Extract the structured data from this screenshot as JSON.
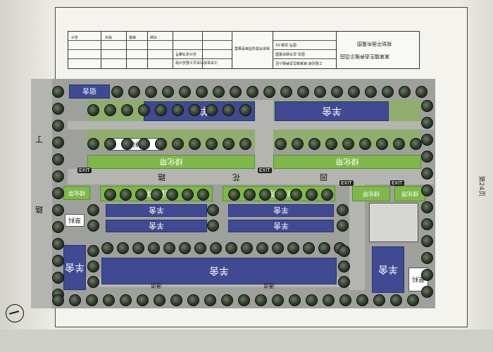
{
  "title_block": {
    "col1_lines": [
      "江苏省现代农业工程设计院",
      "设计证书编号"
    ],
    "col2_lines": [
      "南京市建设局审查备案"
    ],
    "col3_lines": [
      "工程名称:某某镇生态养殖小区",
      "图名:总平面布置图",
      "图号:总施-01"
    ],
    "col4_lines": [
      "某某生态养殖场建设项目",
      "规划设计方案"
    ],
    "big_title": "某某镇生态养殖示范园",
    "sub_title": "规划平面布置图",
    "sign_labels": [
      "设计",
      "校对",
      "审核",
      "日期"
    ]
  },
  "map": {
    "barns": [
      "羊舍",
      "羊舍",
      "羊舍",
      "羊舍",
      "羊舍",
      "羊舍",
      "羊舍",
      "羊舍",
      "羊舍"
    ],
    "green_belts": [
      "绿化带",
      "绿化带",
      "绿化带",
      "绿化带",
      "绿化带",
      "绿化带",
      "绿化带"
    ],
    "feed_shed": "饲料库",
    "other_labels": [
      "草料",
      "草料"
    ],
    "top_left_block": "宿舍",
    "road_labels": [
      "路",
      "花",
      "园"
    ],
    "left_road_labels": [
      "丁",
      "路"
    ],
    "bottom_road": [
      "通道",
      "通道"
    ],
    "markers": [
      "EXIT",
      "EXIT",
      "EXIT",
      "EXIT"
    ]
  },
  "page_number": "第24页"
}
